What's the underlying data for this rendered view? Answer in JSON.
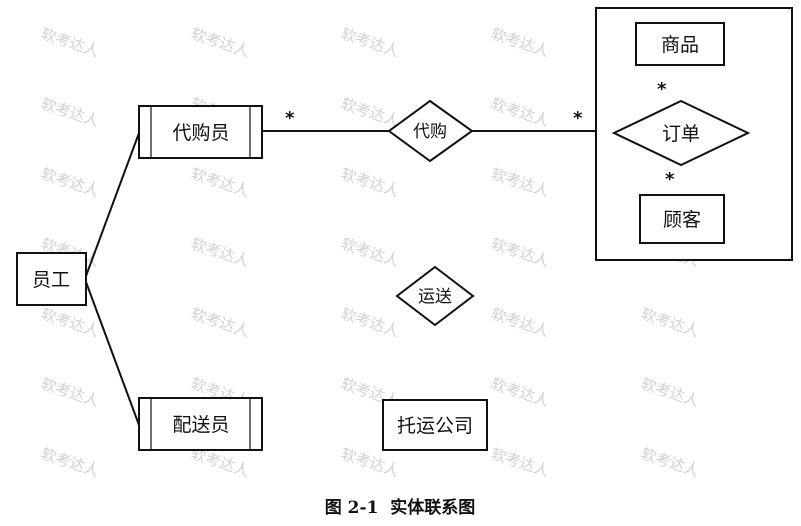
{
  "watermark": "软考达人",
  "entities": {
    "employee": "员工",
    "purchaser": "代购员",
    "deliverer": "配送员",
    "shipping_company": "托运公司",
    "goods": "商品",
    "customer": "顾客"
  },
  "relationships": {
    "purchase": "代购",
    "order": "订单",
    "deliver": "运送"
  },
  "multiplicity": {
    "purchaser_side": "*",
    "order_side": "*",
    "goods_side": "*",
    "customer_side": "*"
  },
  "caption": "图 2-1  实体联系图"
}
